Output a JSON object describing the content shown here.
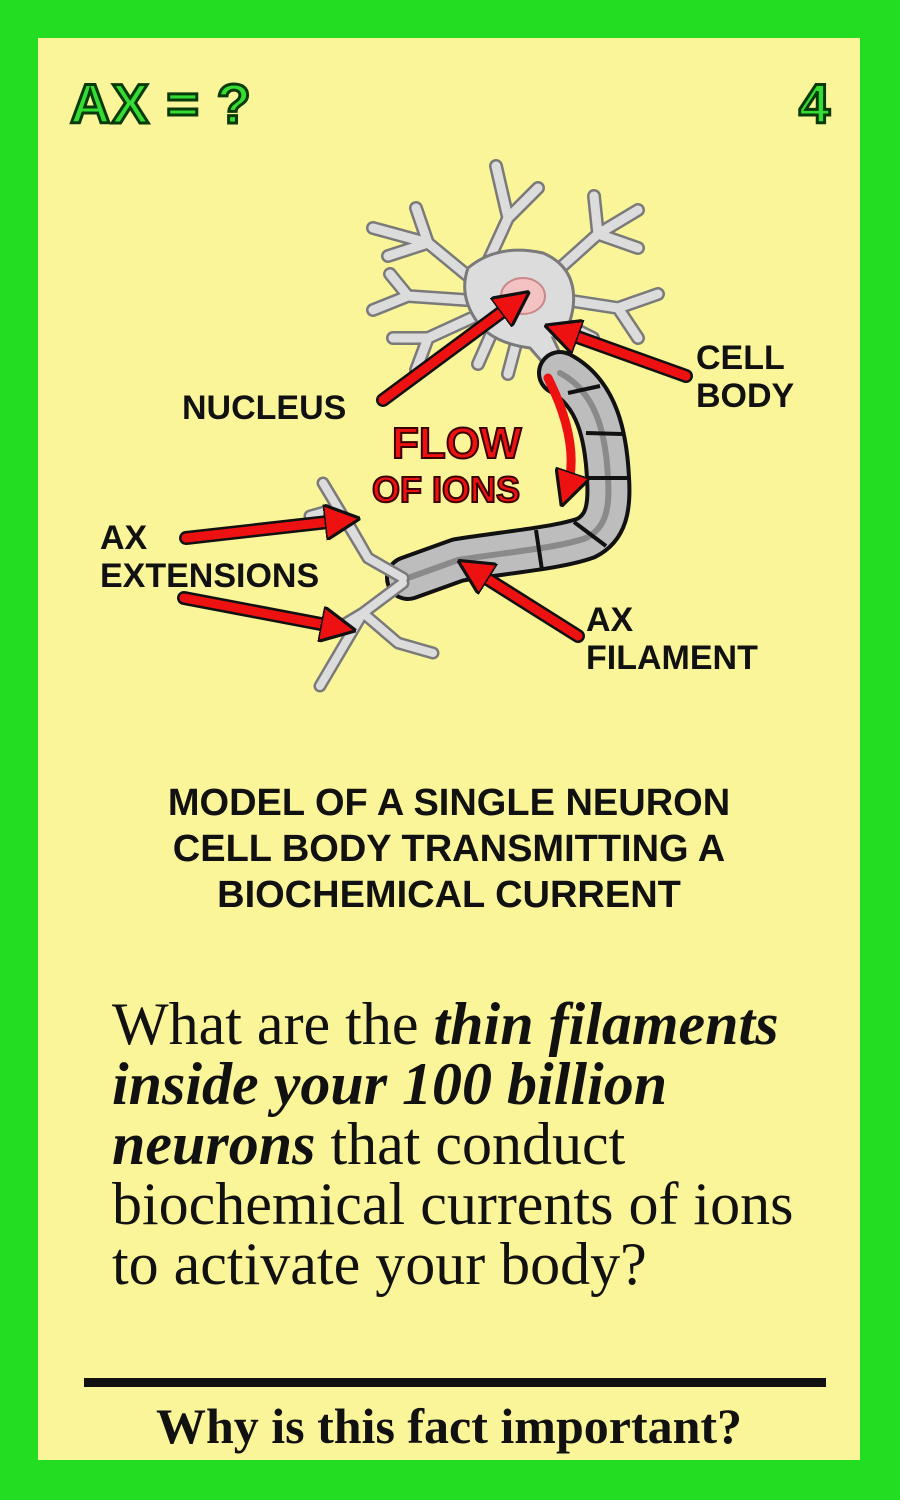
{
  "card": {
    "title": "AX = ?",
    "number": "4"
  },
  "diagram": {
    "labels": {
      "nucleus": "NUCLEUS",
      "cell_body_line1": "CELL",
      "cell_body_line2": "BODY",
      "flow_line1": "FLOW",
      "flow_line2": "OF IONS",
      "ax_ext_line1": "AX",
      "ax_ext_line2": "EXTENSIONS",
      "ax_fil_line1": "AX",
      "ax_fil_line2": "FILAMENT"
    },
    "colors": {
      "arrow": "#ee1111",
      "arrow_outline": "#111111",
      "neuron": "#dcdcdc",
      "neuron_outline": "#7a7a7a",
      "myelin": "#bdbdbd",
      "myelin_outline": "#111111"
    }
  },
  "caption": {
    "line1": "MODEL OF A SINGLE NEURON",
    "line2": "CELL BODY TRANSMITTING A",
    "line3": "BIOCHEMICAL CURRENT"
  },
  "question": {
    "part1": "What are the ",
    "emphasis": "thin filaments inside your 100 billion neurons",
    "part2": " that conduct biochemical currents of ions to activate your body?"
  },
  "footer": {
    "text": "Why is this fact important?"
  },
  "colors": {
    "border": "#22dd22",
    "card_background": "#fbf59a",
    "title_fill": "#33dd33",
    "text": "#111111"
  }
}
